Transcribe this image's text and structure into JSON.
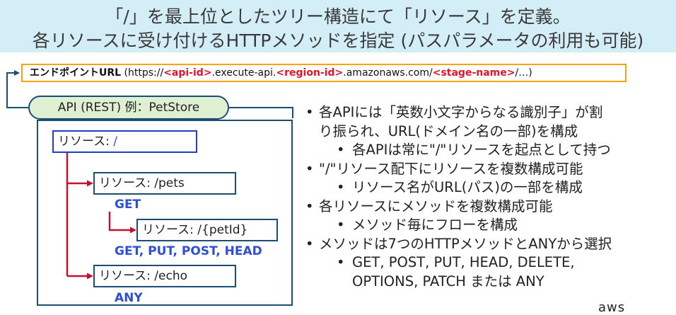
{
  "title": {
    "line1": "「/」を最上位としたツリー構造にて「リソース」を定義。",
    "line2": "各リソースに受け付けるHTTPメソッドを指定 (パスパラメータの利用も可能)"
  },
  "endpoint": {
    "label": "エンドポイントURL",
    "open": " (https://",
    "api_id": "<api-id>",
    "mid1": ".execute-api.",
    "region_id": "<region-id>",
    "mid2": ".amazonaws.com/",
    "stage_name": "<stage-name>",
    "end": "/…)"
  },
  "api": {
    "name": "API (REST) 例：PetStore"
  },
  "resources": {
    "root": {
      "prefix": "リソース: ",
      "path": "/"
    },
    "pets": {
      "label": "リソース: /pets",
      "methods": "GET"
    },
    "petid": {
      "label": "リソース: /{petId}",
      "methods": "GET, PUT, POST, HEAD"
    },
    "echo": {
      "label": "リソース: /echo",
      "methods": "ANY"
    }
  },
  "bullets": [
    {
      "level": 1,
      "text": "各APIには「英数小文字からなる識別子」が割"
    },
    {
      "level": 1,
      "text": "り振られ、URL(ドメイン名の一部)を構成",
      "continuation": true
    },
    {
      "level": 2,
      "text": "各APIは常に\"/\"リソースを起点として持つ"
    },
    {
      "level": 1,
      "text": "\"/\"リソース配下にリソースを複数構成可能"
    },
    {
      "level": 2,
      "text": "リソース名がURL(パス)の一部を構成"
    },
    {
      "level": 1,
      "text": "各リソースにメソッドを複数構成可能"
    },
    {
      "level": 2,
      "text": "メソッド毎にフローを構成"
    },
    {
      "level": 1,
      "text": "メソッドは7つのHTTPメソッドとANYから選択"
    },
    {
      "level": 2,
      "text": "GET, POST, PUT, HEAD, DELETE,"
    },
    {
      "level": 2,
      "text": "OPTIONS, PATCH または ANY",
      "continuation": true
    }
  ],
  "logo": "aws",
  "colors": {
    "header_bg": "#d4eef7",
    "endpoint_border": "#f4a300",
    "placeholder_red": "#e0142a",
    "api_fill": "#dff0d2",
    "frame_navy": "#1c4e73",
    "method_blue": "#2d4fd6",
    "arrow_red": "#c8102e"
  }
}
